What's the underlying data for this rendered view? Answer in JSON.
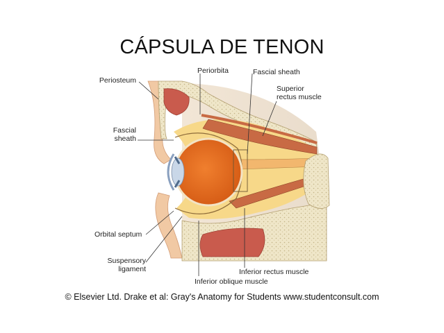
{
  "title": "CÁPSULA DE TENON",
  "labels": {
    "periosteum": "Periosteum",
    "periorbita": "Periorbita",
    "fascial_sheath_top": "Fascial sheath",
    "superior_rectus_1": "Superior",
    "superior_rectus_2": "rectus muscle",
    "fascial_sheath_left_1": "Fascial",
    "fascial_sheath_left_2": "sheath",
    "orbital_septum": "Orbital septum",
    "suspensory_1": "Suspensory",
    "suspensory_2": "ligament",
    "inferior_rectus": "Inferior rectus muscle",
    "inferior_oblique": "Inferior oblique muscle"
  },
  "credit": "© Elsevier Ltd. Drake et al: Gray's Anatomy for Students www.studentconsult.com",
  "colors": {
    "bone": "#ece2c2",
    "bone_dots": "#c7b88d",
    "fat": "#f6d98a",
    "muscle": "#c96a45",
    "eyeball": "#e36c22",
    "sheath_line": "#8d6b3a"
  }
}
